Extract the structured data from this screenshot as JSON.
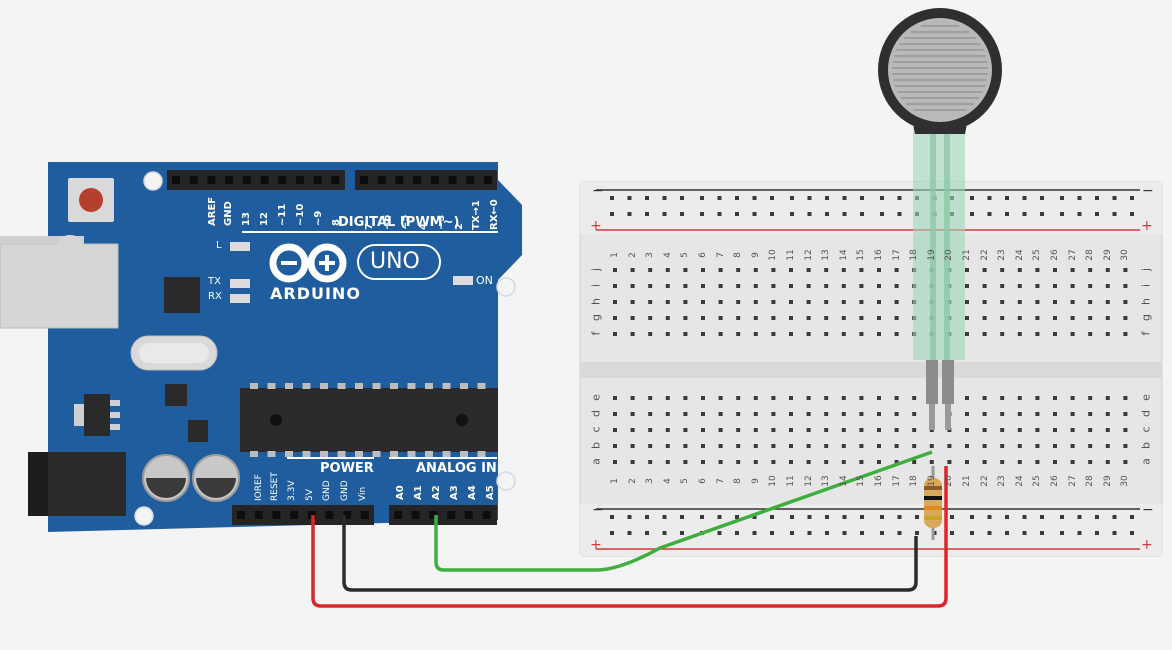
{
  "board": {
    "digital_label": "DIGITAL (PWM~)",
    "power_label": "POWER",
    "analog_label": "ANALOG IN",
    "brand": "ARDUINO",
    "model": "UNO",
    "on_label": "ON",
    "led_l": "L",
    "led_tx": "TX",
    "led_rx": "RX",
    "top_pins": [
      "AREF",
      "GND",
      "13",
      "12",
      "~11",
      "~10",
      "~9",
      "8",
      "7",
      "~6",
      "~5",
      "4",
      "~3",
      "2",
      "TX→1",
      "RX←0"
    ],
    "power_pins": [
      "IOREF",
      "RESET",
      "3.3V",
      "5V",
      "GND",
      "GND",
      "Vin"
    ],
    "analog_pins": [
      "A0",
      "A1",
      "A2",
      "A3",
      "A4",
      "A5"
    ]
  },
  "breadboard": {
    "top_row_labels": [
      "j",
      "i",
      "h",
      "g",
      "f"
    ],
    "bottom_row_labels": [
      "e",
      "d",
      "c",
      "b",
      "a"
    ],
    "columns": [
      "1",
      "2",
      "3",
      "4",
      "5",
      "6",
      "7",
      "8",
      "9",
      "10",
      "11",
      "12",
      "13",
      "14",
      "15",
      "16",
      "17",
      "18",
      "19",
      "20",
      "21",
      "22",
      "23",
      "24",
      "25",
      "26",
      "27",
      "28",
      "29",
      "30"
    ],
    "rail_minus": "−",
    "rail_plus": "+"
  },
  "colors": {
    "board": "#1f5d9e",
    "board_dark": "#174a80",
    "wire_red": "#d9262c",
    "wire_black": "#2b2b2b",
    "wire_green": "#3fae3f",
    "rail_red": "#d23a3a",
    "breadboard": "#e9e9e9"
  }
}
